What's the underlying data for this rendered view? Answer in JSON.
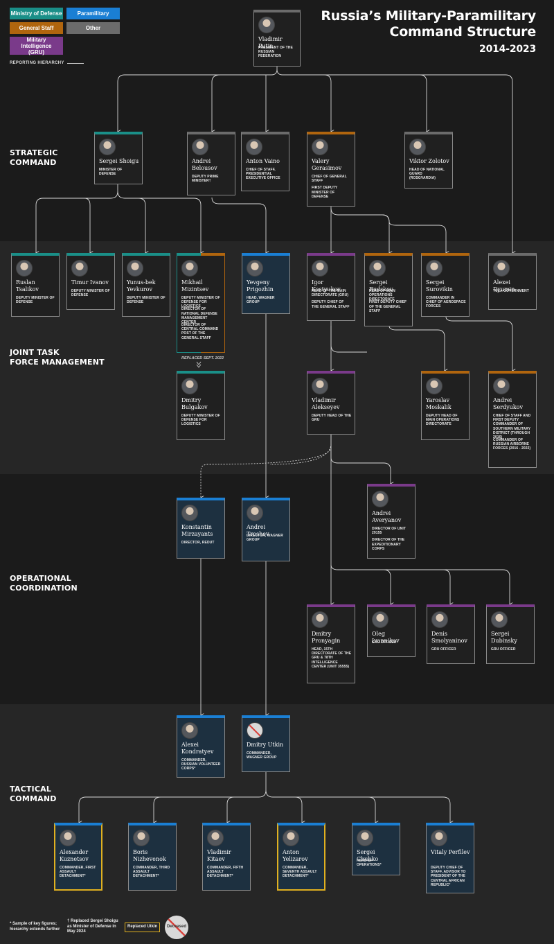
{
  "title": {
    "line1": "Russia’s Military-Paramilitary",
    "line2": "Command Structure",
    "years": "2014-2023"
  },
  "legend": {
    "mod": "Ministry of Defense",
    "para": "Paramilitary",
    "gs": "General Staff",
    "other": "Other",
    "gru": "Military Intelligence (GRU)",
    "hierarchy": "REPORTING HIERARCHY"
  },
  "colors": {
    "mod": "#1a8f88",
    "para": "#1a7fd4",
    "gs": "#b0650e",
    "other": "#6b6b6b",
    "gru": "#7a3a8a",
    "replaced": "#e0b020",
    "deceased": "#d9403a"
  },
  "sections": {
    "strategic": "STRATEGIC\nCOMMAND",
    "jtf": "JOINT TASK\nFORCE MANAGEMENT",
    "ops": "OPERATIONAL\nCOORDINATION",
    "tac": "TACTICAL\nCOMMAND"
  },
  "replaced_note": "REPLACED SEPT. 2022",
  "footnotes": {
    "sample": "* Sample of key figures;\nhierarchy extends further",
    "dagger": "† Replaced Sergei Shoigu\nas Minister of Defense in\nMay 2024",
    "replaced": "Replaced Utkin",
    "deceased": "Deceased"
  },
  "people": [
    {
      "id": "putin",
      "name": "Vladimir Putin",
      "role": "PRESIDENT OF THE RUSSIAN FEDERATION",
      "cat": "other"
    },
    {
      "id": "shoigu",
      "name": "Sergei Shoigu",
      "role": "MINISTER OF DEFENSE",
      "cat": "mod"
    },
    {
      "id": "belousov",
      "name": "Andrei Belousov",
      "role": "DEPUTY PRIME MINISTER†",
      "cat": "other"
    },
    {
      "id": "vaino",
      "name": "Anton Vaino",
      "role": "CHIEF OF STAFF, PRESIDENTIAL EXECUTIVE OFFICE",
      "cat": "other"
    },
    {
      "id": "gerasimov",
      "name": "Valery Gerasimov",
      "role": "CHIEF OF GENERAL STAFF",
      "role2": "FIRST DEPUTY MINISTER OF DEFENSE",
      "cat": "gs"
    },
    {
      "id": "zolotov",
      "name": "Viktor Zolotov",
      "role": "HEAD OF NATIONAL GUARD (ROSGVARDIA)",
      "cat": "other"
    },
    {
      "id": "tsalikov",
      "name": "Ruslan Tsalikov",
      "role": "DEPUTY MINISTER OF DEFENSE",
      "cat": "mod"
    },
    {
      "id": "ivanov",
      "name": "Timur Ivanov",
      "role": "DEPUTY MINISTER OF DEFENSE",
      "cat": "mod"
    },
    {
      "id": "yevkurov",
      "name": "Yunus-bek Yevkurov",
      "role": "DEPUTY MINISTER OF DEFENSE",
      "cat": "mod"
    },
    {
      "id": "mizintsev",
      "name": "Mikhail Mizintsev",
      "role": "DEPUTY MINISTER OF DEFENSE FOR LOGISTICS",
      "role2": "DIRECTOR OF NATIONAL DEFENSE MANAGEMENT CENTER",
      "role3": "DIRECTOR OF CENTRAL COMMAND POST OF THE GENERAL STAFF",
      "cat": "mod"
    },
    {
      "id": "prigozhin",
      "name": "Yevgeny Prigozhin",
      "role": "HEAD, WAGNER GROUP",
      "cat": "para"
    },
    {
      "id": "kostyukov",
      "name": "Igor Kostyukov",
      "role": "HEAD OF THE MAIN DIRECTORATE (GRU)",
      "role2": "DEPUTY CHIEF OF THE GENERAL STAFF",
      "cat": "gru"
    },
    {
      "id": "rudskoy",
      "name": "Sergei Rudskoy",
      "role": "HEAD OF MAIN OPERATIONS DIRECTORATE",
      "role2": "FIRST DEPUTY CHIEF OF THE GENERAL STAFF",
      "cat": "gs"
    },
    {
      "id": "surovikin",
      "name": "Sergei Surovikin",
      "role": "COMMANDER IN CHIEF OF AEROSPACE FORCES",
      "cat": "gs"
    },
    {
      "id": "dyumin",
      "name": "Alexei Dyumin",
      "role": "TULA GOVERNMENT",
      "cat": "other"
    },
    {
      "id": "bulgakov",
      "name": "Dmitry Bulgakov",
      "role": "DEPUTY MINISTER OF DEFENSE FOR LOGISTICS",
      "cat": "mod"
    },
    {
      "id": "alekseyev",
      "name": "Vladimir Alekseyev",
      "role": "DEPUTY HEAD OF THE GRU",
      "cat": "gru"
    },
    {
      "id": "moskalik",
      "name": "Yaroslav Moskalik",
      "role": "DEPUTY HEAD OF MAIN OPERATIONS DIRECTORATE",
      "cat": "gs"
    },
    {
      "id": "serdyukov",
      "name": "Andrei Serdyukov",
      "role": "CHIEF OF STAFF AND FIRST DEPUTY COMMANDER OF SOUTHERN MILITARY DISTRICT (THROUGH 2016)",
      "role2": "COMMANDER OF RUSSIAN AIRBORNE FORCES (2016 - 2022)",
      "cat": "gs"
    },
    {
      "id": "mirzayants",
      "name": "Konstantin Mirzayants",
      "role": "DIRECTOR, REDUT",
      "cat": "para"
    },
    {
      "id": "troshev",
      "name": "Andrei Troshev",
      "role": "DIRECTOR, WAGNER GROUP",
      "cat": "para"
    },
    {
      "id": "averyanov",
      "name": "Andrei Averyanov",
      "role": "DIRECTOR OF UNIT 29155",
      "role2": "DIRECTOR OF THE EXPEDITIONARY CORPS",
      "cat": "gru"
    },
    {
      "id": "pronyagin",
      "name": "Dmitry Pronyagin",
      "role": "HEAD, 15TH DIRECTORATE OF THE GRU & 78TH INTELLIGENCE CENTER (UNIT 35555)",
      "cat": "gru"
    },
    {
      "id": "ivannikov",
      "name": "Oleg Ivannikov",
      "role": "GRU OFFICER",
      "cat": "gru"
    },
    {
      "id": "smolyaninov",
      "name": "Denis Smolyaninov",
      "role": "GRU OFFICER",
      "cat": "gru"
    },
    {
      "id": "dubinsky",
      "name": "Sergei Dubinsky",
      "role": "GRU OFFICER",
      "cat": "gru"
    },
    {
      "id": "kondratyev",
      "name": "Alexei Kondratyev",
      "role": "COMMANDER, RUSSIAN VOLUNTEER CORPS*",
      "cat": "para"
    },
    {
      "id": "utkin",
      "name": "Dmitry Utkin",
      "role": "COMMANDER, WAGNER GROUP",
      "cat": "para",
      "deceased": true
    },
    {
      "id": "kuznetsov",
      "name": "Alexander Kuznetsov",
      "role": "COMMANDER, FIRST ASSAULT DETACHMENT*",
      "cat": "para",
      "replaced": true
    },
    {
      "id": "nizhevenok",
      "name": "Boris Nizhevenok",
      "role": "COMMANDER, THIRD ASSAULT DETACHMENT*",
      "cat": "para"
    },
    {
      "id": "kitaev",
      "name": "Vladimir Kitaev",
      "role": "COMMANDER, FIFTH ASSAULT DETACHMENT*",
      "cat": "para"
    },
    {
      "id": "yelizarov",
      "name": "Anton Yelizarov",
      "role": "COMMANDER, SEVENTH ASSAULT DETACHMENT*",
      "cat": "para",
      "replaced": true
    },
    {
      "id": "chubko",
      "name": "Sergei Chubko",
      "role": "HEAD OF OPERATIONS*",
      "cat": "para"
    },
    {
      "id": "perfilev",
      "name": "Vitaly Perfilev",
      "role": "DEPUTY CHIEF OF STAFF, ADVISOR TO PRESIDENT OF THE CENTRAL AFRICAN REPUBLIC*",
      "cat": "para"
    }
  ]
}
